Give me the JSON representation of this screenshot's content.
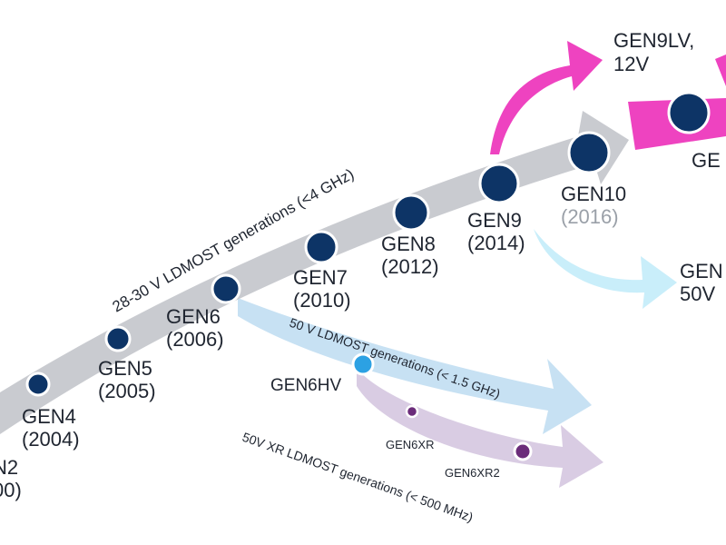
{
  "colors": {
    "gray_band": "#c9cbd0",
    "blue_band": "#c7e1f3",
    "purple_band": "#d9cce3",
    "cyan_arrow": "#c9eefa",
    "magenta": "#ee43c0",
    "navy_dot": "#0d3466",
    "label_text": "#1f2530",
    "muted_text": "#9aa0a8"
  },
  "bands": {
    "ldmost_28_30v": "28-30 V LDMOST generations (<4 GHz)",
    "ldmost_50v": "50 V LDMOST generations (< 1.5 GHz)",
    "ldmost_50v_xr": "50V XR LDMOST generations (< 500 MHz)"
  },
  "generations": [
    {
      "name": "N2",
      "year": "00)"
    },
    {
      "name": "GEN4",
      "year": "(2004)"
    },
    {
      "name": "GEN5",
      "year": "(2005)"
    },
    {
      "name": "GEN6",
      "year": "(2006)"
    },
    {
      "name": "GEN7",
      "year": "(2010)"
    },
    {
      "name": "GEN8",
      "year": "(2012)"
    },
    {
      "name": "GEN9",
      "year": "(2014)"
    },
    {
      "name": "GEN10",
      "year": "(2016)"
    }
  ],
  "branches": {
    "gen9lv_line1": "GEN9LV,",
    "gen9lv_line2": "12V",
    "ge_partial": "GE",
    "gen_partial": "GEN",
    "v50_partial": "50V"
  },
  "v50_nodes": {
    "gen6hv": "GEN6HV",
    "gen6xr": "GEN6XR",
    "gen6xr2": "GEN6XR2"
  }
}
